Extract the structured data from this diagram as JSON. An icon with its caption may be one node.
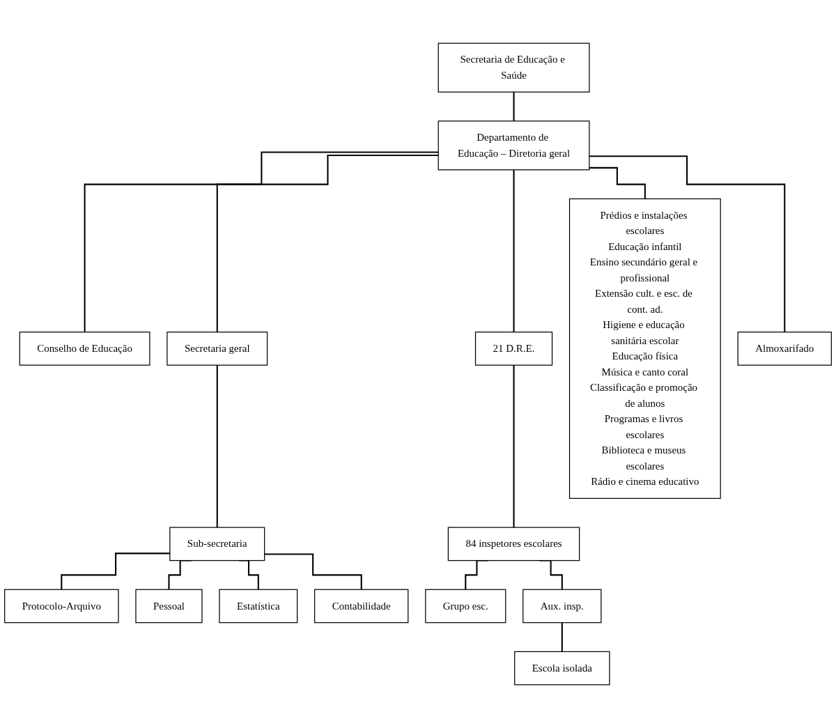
{
  "diagram": {
    "nodes": [
      {
        "text": [
          "Secretaria de Educação e Saúde"
        ]
      },
      {
        "text": [
          "Departamento de Educação – Diretoria geral"
        ]
      },
      {
        "text": [
          "Conselho de Educação"
        ]
      },
      {
        "text": [
          "Secretaria geral"
        ]
      },
      {
        "text": [
          "21 D.R.E."
        ]
      },
      {
        "text": [
          "Sub-secretaria"
        ]
      },
      {
        "text": [
          "84 inspetores escolares"
        ]
      },
      {
        "text": [
          "Protocolo-Arquivo"
        ]
      },
      {
        "text": [
          "Pessoal"
        ]
      },
      {
        "text": [
          "Estatística"
        ]
      },
      {
        "text": [
          "Contabilidade"
        ]
      },
      {
        "text": [
          "Grupo esc."
        ]
      },
      {
        "text": [
          "Aux. insp."
        ]
      },
      {
        "text": [
          "Escola isolada"
        ]
      },
      {
        "text": [
          "Prédios e instalações escolares",
          "Educação infantil",
          "Ensino secundário geral e profissional",
          "Extensão cult. e esc. de cont. ad.",
          "Higiene e educação sanitária escolar",
          "Educação física",
          "Música e canto coral",
          "Classificação e promoção de alunos",
          "Programas e livros escolares",
          "Biblioteca e museus escolares",
          "Rádio e cinema educativo"
        ]
      },
      {
        "text": [
          "Almoxarifado"
        ]
      }
    ],
    "edges": [
      {
        "from": 0,
        "to": 1,
        "arrow": "none"
      },
      {
        "from": 1,
        "to": 2,
        "arrow": "none"
      },
      {
        "from": 1,
        "to": 3,
        "arrow": "none"
      },
      {
        "from": 1,
        "to": 4,
        "arrow": "none"
      },
      {
        "from": 1,
        "to": 15,
        "arrow": "none"
      },
      {
        "from": 1,
        "to": 14,
        "arrow": "none"
      },
      {
        "from": 3,
        "to": 5,
        "arrow": "none"
      },
      {
        "from": 4,
        "to": 6,
        "arrow": "none"
      },
      {
        "from": 5,
        "to": 7,
        "arrow": "none"
      },
      {
        "from": 5,
        "to": 8,
        "arrow": "none"
      },
      {
        "from": 5,
        "to": 9,
        "arrow": "none"
      },
      {
        "from": 5,
        "to": 10,
        "arrow": "none"
      },
      {
        "from": 6,
        "to": 11,
        "arrow": "none"
      },
      {
        "from": 6,
        "to": 12,
        "arrow": "none"
      },
      {
        "from": 12,
        "to": 13,
        "arrow": "none"
      }
    ]
  }
}
